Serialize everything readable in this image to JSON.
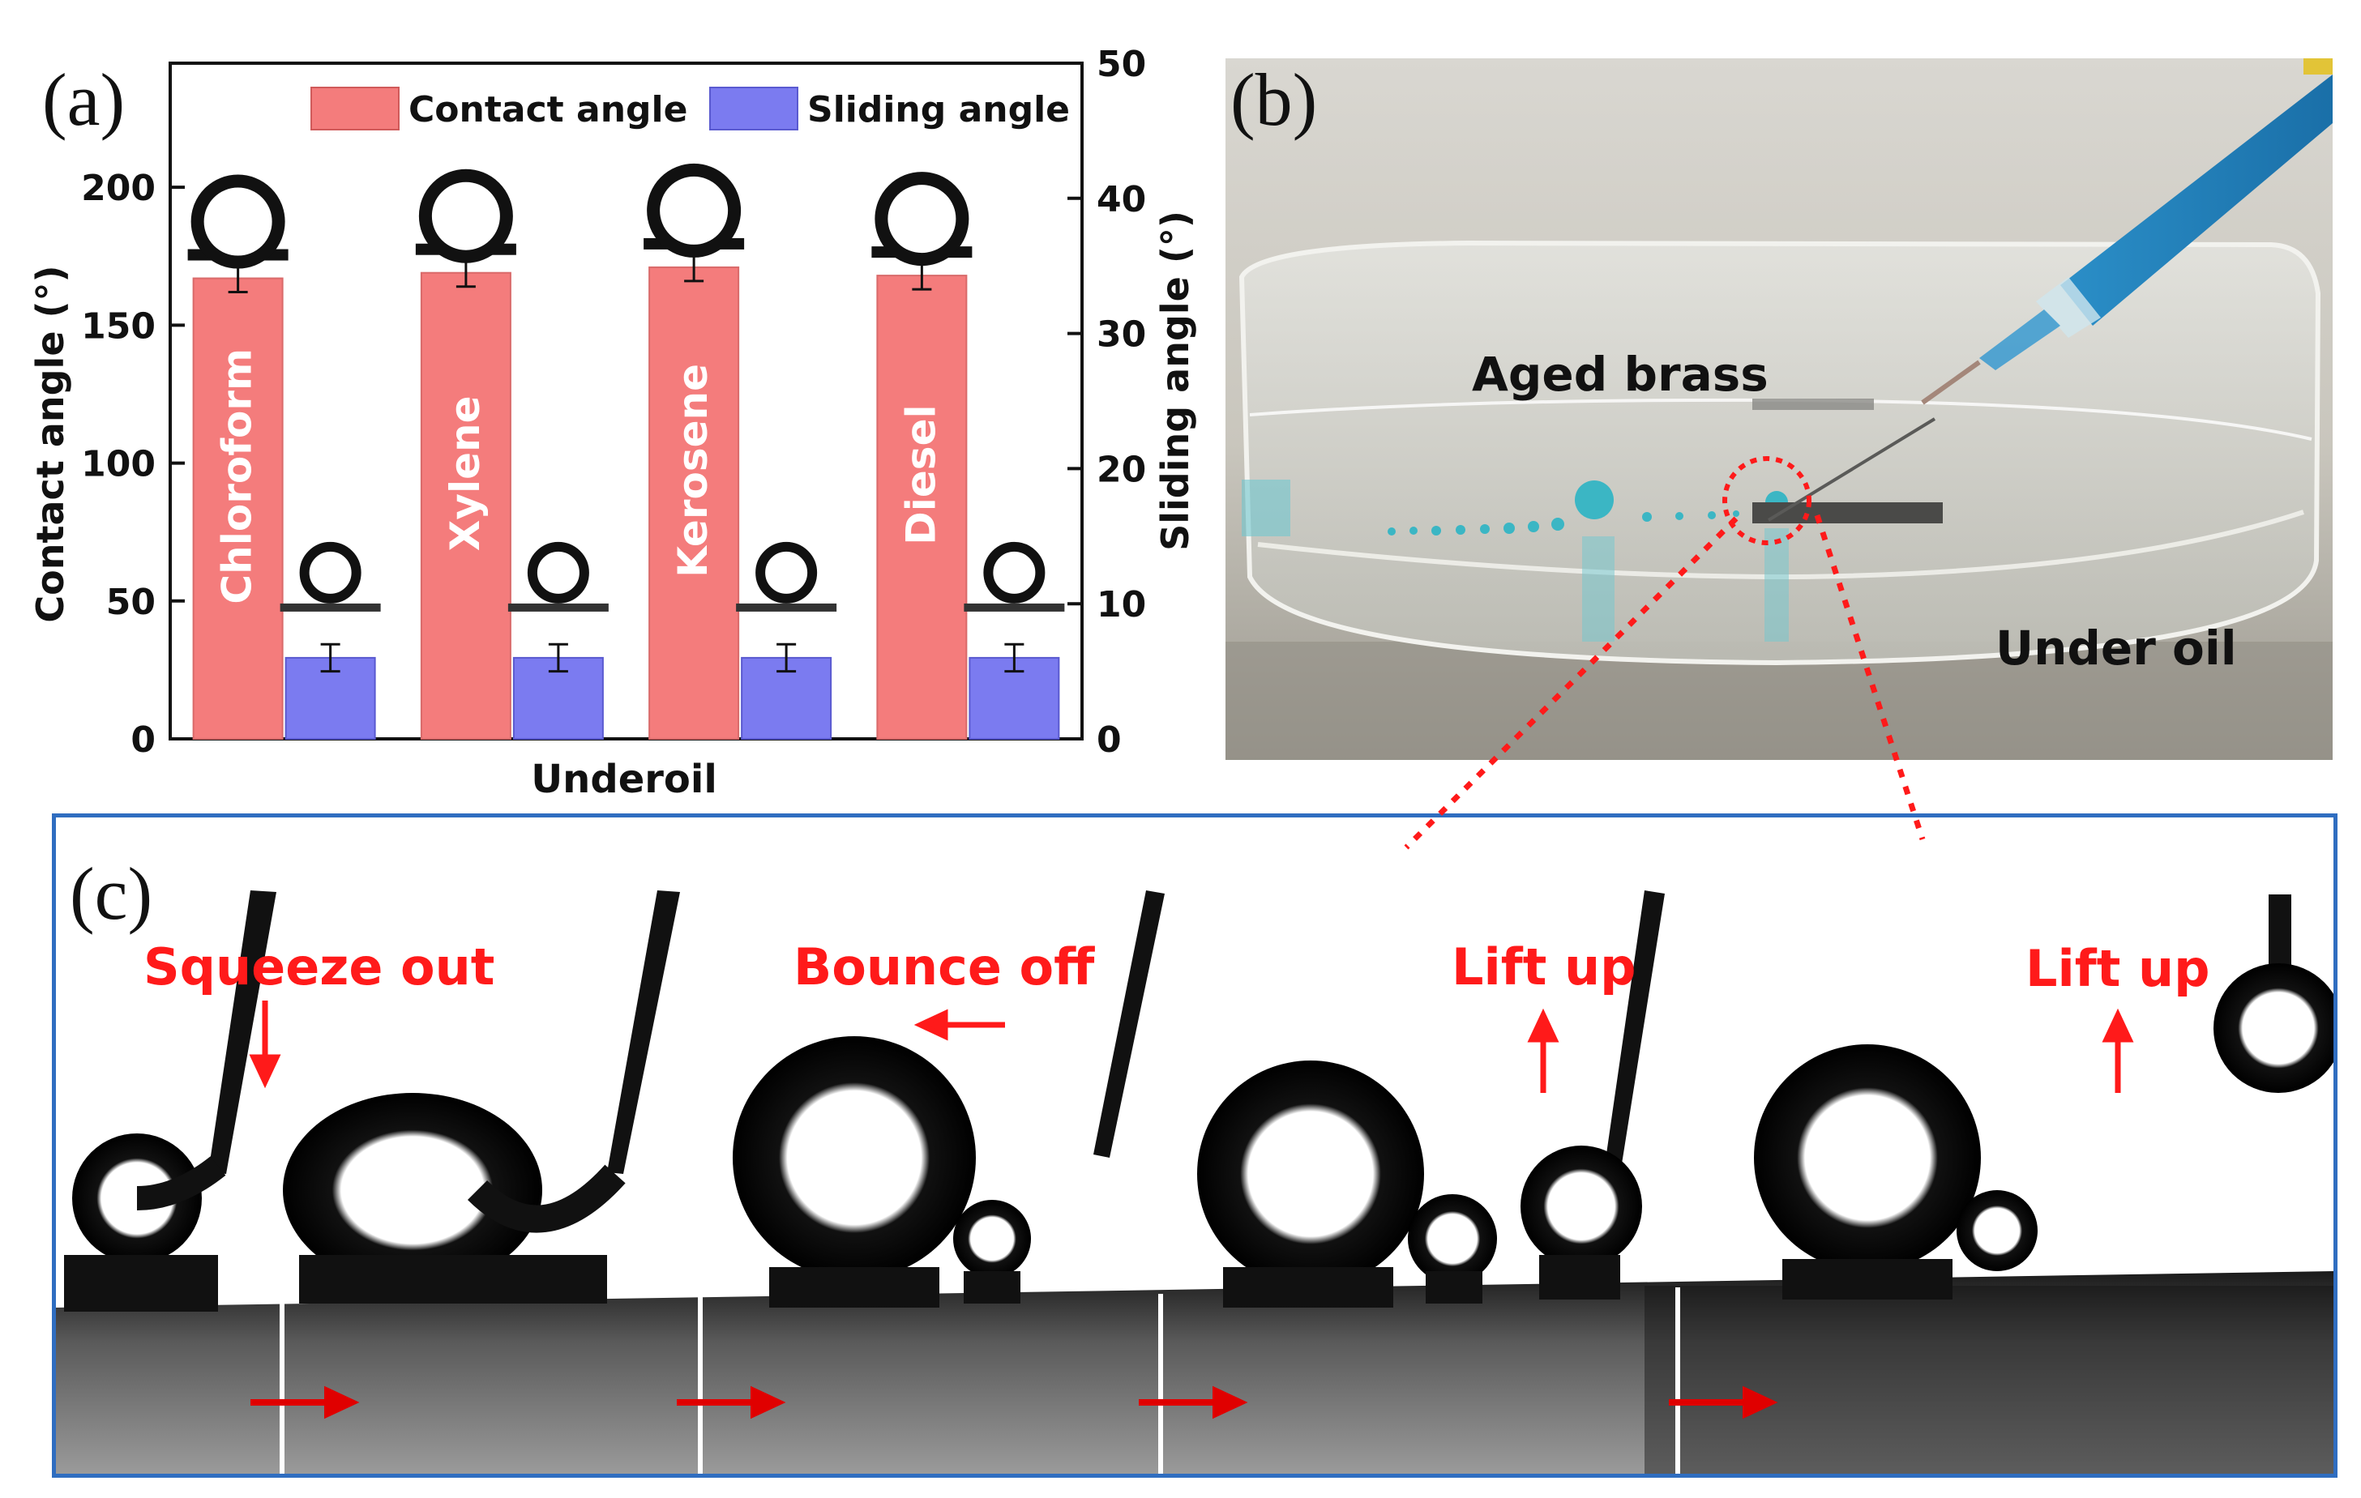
{
  "panels": {
    "a": "(a)",
    "b": "(b)",
    "c": "(c)"
  },
  "chart_data": {
    "type": "bar",
    "categories": [
      "Chloroform",
      "Xylene",
      "Kerosene",
      "Diesel"
    ],
    "series": [
      {
        "name": "Contact angle",
        "axis": "left",
        "values": [
          167,
          169,
          171,
          168
        ],
        "errors": [
          5,
          5,
          5,
          5
        ],
        "color": "#f47c7c"
      },
      {
        "name": "Sliding angle",
        "axis": "right",
        "values": [
          6,
          6,
          6,
          6
        ],
        "errors": [
          1,
          1,
          1,
          1
        ],
        "color": "#7b7bf0"
      }
    ],
    "xlabel": "Underoil",
    "ylabel": "Contact angle (°)",
    "y2label": "Sliding angle (°)",
    "ylim": [
      0,
      245
    ],
    "y2lim": [
      0,
      50
    ],
    "yticks": [
      0,
      50,
      100,
      150,
      200
    ],
    "y2ticks": [
      0,
      10,
      20,
      30,
      40,
      50
    ],
    "legend_position": "top",
    "grid": false
  },
  "photo_b": {
    "aged_brass_label": "Aged brass",
    "under_oil_label": "Under oil"
  },
  "strip_c": {
    "labels": [
      "Squeeze out",
      "Bounce off",
      "Lift up",
      "Lift up"
    ]
  },
  "colors": {
    "contact_bar": "#f47c7c",
    "sliding_bar": "#7b7bf0",
    "frame_blue": "#2f6dc0",
    "annotation_red": "#ff1a1a"
  }
}
